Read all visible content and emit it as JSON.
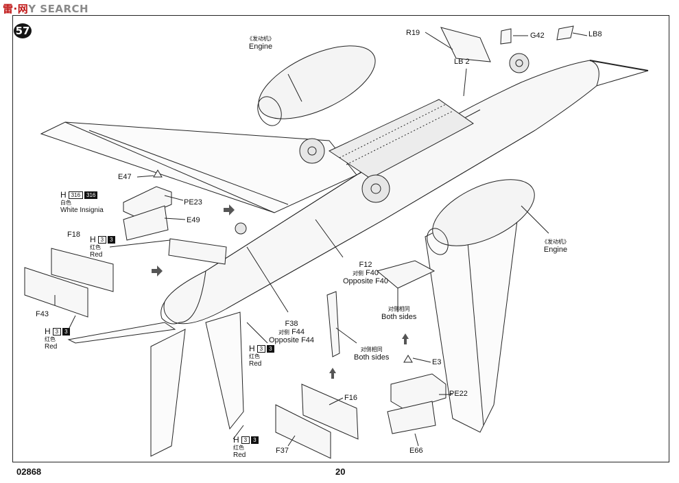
{
  "watermark": {
    "cn": "雷·网",
    "en": "Y SEARCH"
  },
  "step_number": "57",
  "page_number": "20",
  "kit_number": "02868",
  "callouts": {
    "engine_top": {
      "cn": "《发动机》",
      "en": "Engine"
    },
    "engine_right": {
      "cn": "《发动机》",
      "en": "Engine"
    },
    "r19": "R19",
    "g42": "G42",
    "lb8": "LB8",
    "lb2": "LB 2",
    "e47": "E47",
    "pe23": "PE23",
    "e49": "E49",
    "f18": "F18",
    "f43": "F43",
    "f12": "F12",
    "f40": {
      "cn": "对侧",
      "en": "F40",
      "opposite": "Opposite F40"
    },
    "f38": "F38",
    "f44": {
      "cn": "对侧",
      "en": "F44",
      "opposite": "Opposite F44"
    },
    "both_sides_mid": {
      "cn": "对侧相同",
      "en": "Both sides"
    },
    "both_sides_right": {
      "cn": "对侧相同",
      "en": "Both sides"
    },
    "e3": "E3",
    "pe22": "PE22",
    "f16": "F16",
    "f37": "F37",
    "e66": "E66"
  },
  "paint_codes": {
    "white": {
      "h": "H",
      "n1": "316",
      "n2": "316",
      "cn": "白色",
      "en": "White Insignia"
    },
    "red1": {
      "h": "H",
      "n1": "3",
      "n2": "3",
      "cn": "红色",
      "en": "Red"
    },
    "red2": {
      "h": "H",
      "n1": "3",
      "n2": "3",
      "cn": "红色",
      "en": "Red"
    },
    "red3": {
      "h": "H",
      "n1": "3",
      "n2": "3",
      "cn": "红色",
      "en": "Red"
    },
    "red4": {
      "h": "H",
      "n1": "3",
      "n2": "3",
      "cn": "红色",
      "en": "Red"
    }
  }
}
